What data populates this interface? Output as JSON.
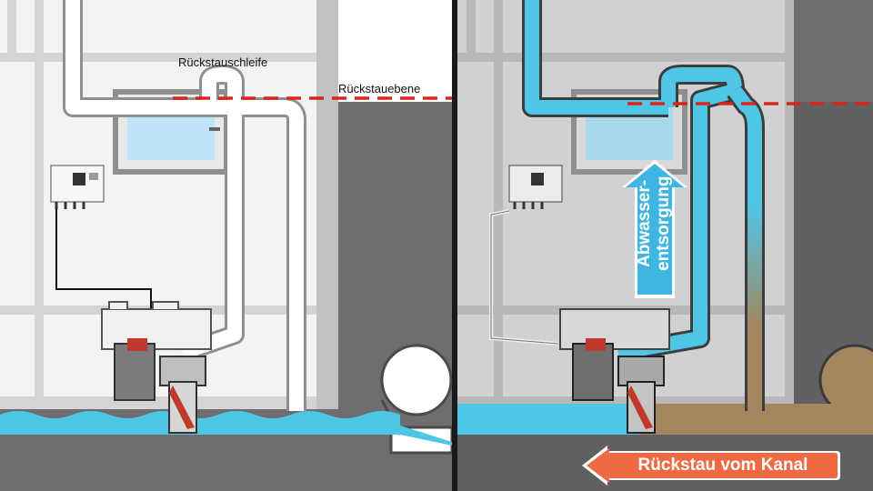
{
  "left_panel": {
    "label_loop": "Rückstauschleife",
    "label_level": "Rückstauebene"
  },
  "right_panel": {
    "arrow_label": "Abwasser-entsorgung",
    "backflow_label": "Rückstau vom Kanal"
  },
  "colors": {
    "clean_water": "#4fc6e6",
    "sewage": "#a5855d",
    "backflow_arrow": "#ee6a43",
    "level_line": "#d9261c",
    "ground": "#6d6e70",
    "wall": "#d2d4d6"
  }
}
